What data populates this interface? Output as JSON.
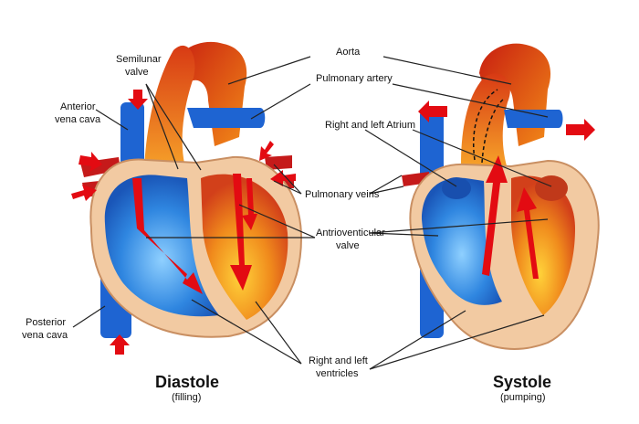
{
  "labels": {
    "aorta": "Aorta",
    "pulmonary_artery": "Pulmonary artery",
    "semilunar_valve_1": "Semilunar",
    "semilunar_valve_2": "valve",
    "anterior_vena_cava_1": "Anterior",
    "anterior_vena_cava_2": "vena cava",
    "atrium": "Right and left Atrium",
    "pulmonary_veins": "Pulmonary veins",
    "av_valve_1": "Antrioventicular",
    "av_valve_2": "valve",
    "posterior_vena_cava_1": "Posterior",
    "posterior_vena_cava_2": "vena cava",
    "ventricles_1": "Right and left",
    "ventricles_2": "ventricles"
  },
  "phases": {
    "diastole_title": "Diastole",
    "diastole_sub": "(filling)",
    "systole_title": "Systole",
    "systole_sub": "(pumping)"
  },
  "colors": {
    "oxygen_poor": "#1e64d2",
    "oxygen_rich": "#e0561a",
    "tissue": "#f2caa2",
    "arrow": "#e30b12"
  }
}
